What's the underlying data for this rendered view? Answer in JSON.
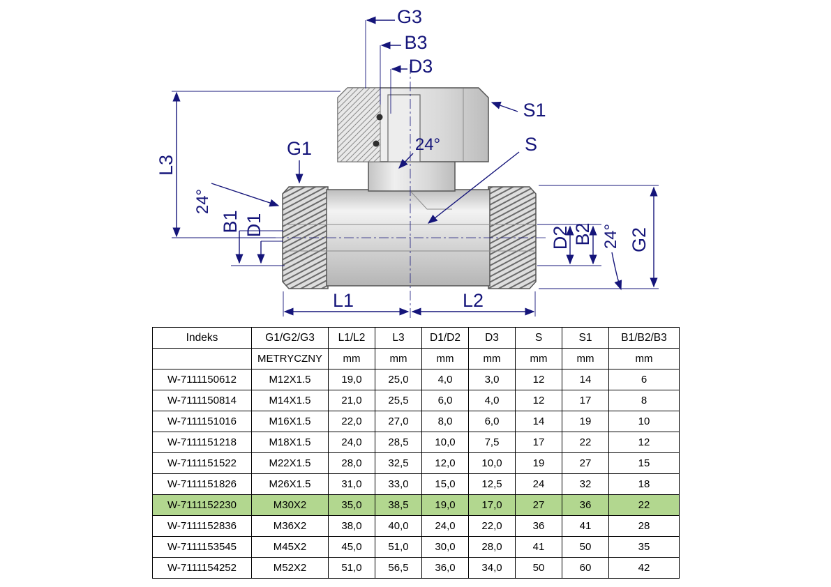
{
  "diagram": {
    "dimension_color": "#15157a",
    "labels": {
      "g3": "G3",
      "b3": "B3",
      "d3": "D3",
      "s1": "S1",
      "angle_top": "24°",
      "s": "S",
      "g1": "G1",
      "l3": "L3",
      "angle_left": "24°",
      "b1": "B1",
      "d1": "D1",
      "d2": "D2",
      "b2": "B2",
      "angle_right": "24°",
      "g2": "G2",
      "l1": "L1",
      "l2": "L2"
    }
  },
  "table": {
    "highlight_color": "#b2d78f",
    "highlight_index": 6,
    "columns": [
      "Indeks",
      "G1/G2/G3",
      "L1/L2",
      "L3",
      "D1/D2",
      "D3",
      "S",
      "S1",
      "B1/B2/B3"
    ],
    "units_row": [
      "",
      "METRYCZNY",
      "mm",
      "mm",
      "mm",
      "mm",
      "mm",
      "mm",
      "mm"
    ],
    "rows": [
      [
        "W-7111150612",
        "M12X1.5",
        "19,0",
        "25,0",
        "4,0",
        "3,0",
        "12",
        "14",
        "6"
      ],
      [
        "W-7111150814",
        "M14X1.5",
        "21,0",
        "25,5",
        "6,0",
        "4,0",
        "12",
        "17",
        "8"
      ],
      [
        "W-7111151016",
        "M16X1.5",
        "22,0",
        "27,0",
        "8,0",
        "6,0",
        "14",
        "19",
        "10"
      ],
      [
        "W-7111151218",
        "M18X1.5",
        "24,0",
        "28,5",
        "10,0",
        "7,5",
        "17",
        "22",
        "12"
      ],
      [
        "W-7111151522",
        "M22X1.5",
        "28,0",
        "32,5",
        "12,0",
        "10,0",
        "19",
        "27",
        "15"
      ],
      [
        "W-7111151826",
        "M26X1.5",
        "31,0",
        "33,0",
        "15,0",
        "12,5",
        "24",
        "32",
        "18"
      ],
      [
        "W-7111152230",
        "M30X2",
        "35,0",
        "38,5",
        "19,0",
        "17,0",
        "27",
        "36",
        "22"
      ],
      [
        "W-7111152836",
        "M36X2",
        "38,0",
        "40,0",
        "24,0",
        "22,0",
        "36",
        "41",
        "28"
      ],
      [
        "W-7111153545",
        "M45X2",
        "45,0",
        "51,0",
        "30,0",
        "28,0",
        "41",
        "50",
        "35"
      ],
      [
        "W-7111154252",
        "M52X2",
        "51,0",
        "56,5",
        "36,0",
        "34,0",
        "50",
        "60",
        "42"
      ]
    ]
  }
}
